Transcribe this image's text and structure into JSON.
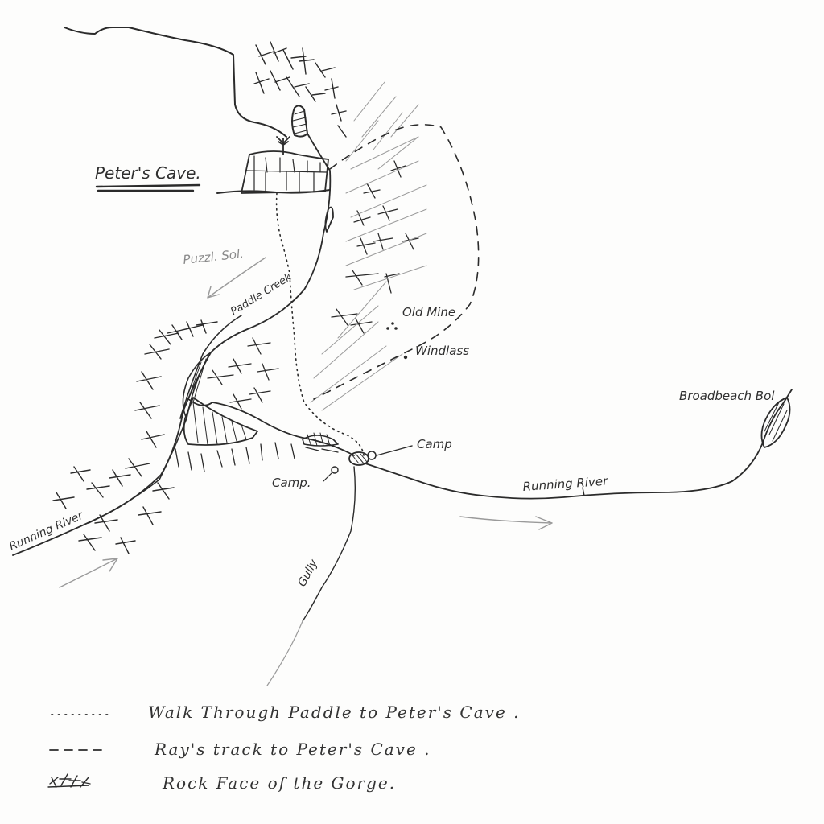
{
  "map": {
    "title": "Peter's Cave.",
    "labels": {
      "peters_cave": "Peter's Cave.",
      "puzzle_sol": "Puzzl. Sol.",
      "paddle_creek": "Paddle Creek",
      "old_mine": "Old Mine",
      "windlass": "Windlass",
      "camp_right": "Camp",
      "camp_left": "Camp.",
      "broadbeach_bol": "Broadbeach Bol",
      "running_river_east": "Running River",
      "running_river_west": "Running River",
      "gully": "Gully"
    },
    "legend": [
      {
        "symbol": "dotted-line",
        "symbol_text": "........",
        "label": "Walk Through Paddle to Peter's Cave ."
      },
      {
        "symbol": "dashed-line",
        "symbol_text": "- - - -",
        "label": "Ray's track to Peter's Cave ."
      },
      {
        "symbol": "cross-hatch",
        "symbol_text": "‡‡‡",
        "label": "Rock Face of the Gorge."
      }
    ],
    "colors": {
      "ink": "#2b2b2b",
      "paper": "#fdfdfc",
      "pencil": "#9a9a9a"
    }
  }
}
